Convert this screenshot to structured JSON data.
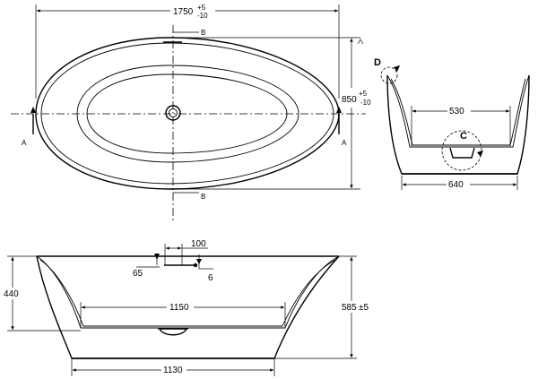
{
  "top_view": {
    "length": "1750",
    "length_tol_upper": "+5",
    "length_tol_lower": "-10",
    "width": "850",
    "width_tol_upper": "+5",
    "width_tol_lower": "-10",
    "section_a": "A",
    "section_b": "B"
  },
  "end_view": {
    "inner_width": "530",
    "outer_width": "640",
    "detail_c": "C",
    "detail_d": "D"
  },
  "side_view": {
    "inner_height": "440",
    "total_height": "585",
    "total_height_tol": "±5",
    "inner_length": "1150",
    "base_length": "1130",
    "drain_offset": "100",
    "drain_height": "65",
    "drain_small": "6"
  }
}
